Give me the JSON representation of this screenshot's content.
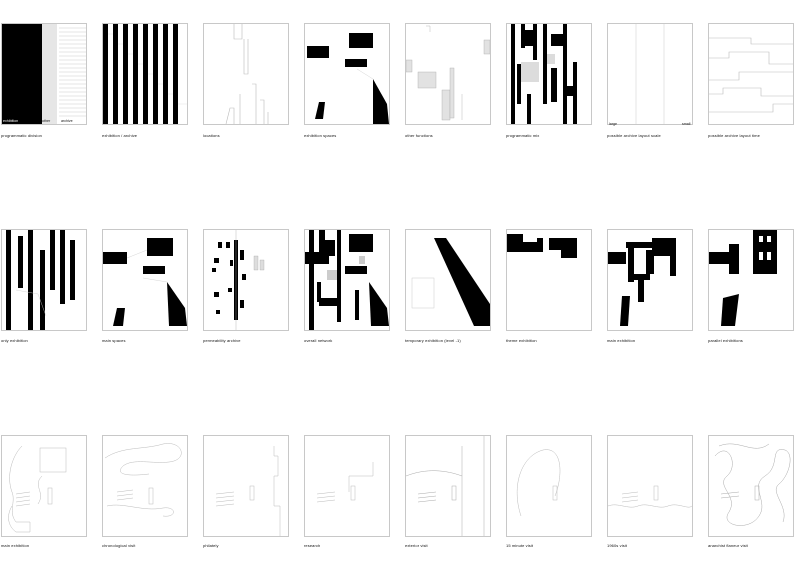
{
  "rows": [
    {
      "captions": [
        "programmatic division",
        "exhibition / archive",
        "locations",
        "exhibition spaces",
        "other functions",
        "programmatic mix",
        "possible archive layout scale",
        "possible archive layout time"
      ]
    },
    {
      "captions": [
        "only exhibition",
        "main spaces",
        "permeability archive",
        "overall network",
        "temporary exhibition (level -1)",
        "theme exhibition",
        "main exhibition",
        "parallel exhibitions"
      ]
    },
    {
      "captions": [
        "main exhibition",
        "chronological visit",
        "philately",
        "research",
        "exterior visit",
        "15 minute visit",
        "1960s visit",
        "anarchist flaneur visit"
      ]
    }
  ],
  "sublabels": {
    "division_exhibition": "exhibition",
    "division_other": "other",
    "division_archive": "archive",
    "scale_large": "large",
    "scale_small": "small"
  }
}
